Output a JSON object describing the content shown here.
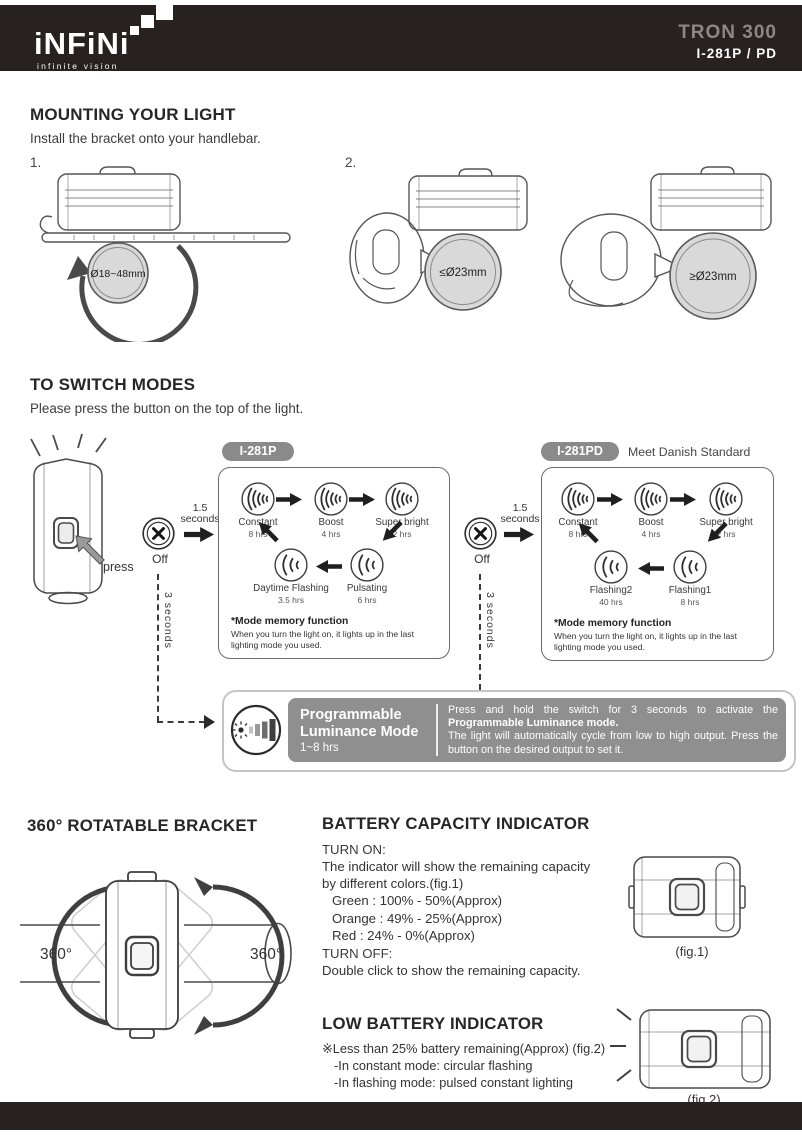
{
  "header": {
    "logo": "iNFiNi",
    "tagline": "infinite vision",
    "model": "TRON 300",
    "variant": "I-281P / PD"
  },
  "mounting": {
    "title": "MOUNTING YOUR LIGHT",
    "subtitle": "Install the bracket onto your handlebar.",
    "step1": "1.",
    "step2": "2.",
    "clamp_range": "Ø18~48mm",
    "fit_small": "≤Ø23mm",
    "fit_large": "≥Ø23mm"
  },
  "switch_modes": {
    "title": "TO SWITCH MODES",
    "subtitle": "Please press the button on the top of the light.",
    "press": "press",
    "off": "Off",
    "tap_value": "1.5",
    "tap_unit": "seconds",
    "hold": "3 seconds",
    "p": {
      "badge": "I-281P",
      "modes": [
        {
          "name": "Constant",
          "time": "8 hrs"
        },
        {
          "name": "Boost",
          "time": "4 hrs"
        },
        {
          "name": "Super bright",
          "time": "2 hrs"
        },
        {
          "name": "Daytime Flashing",
          "time": "3.5 hrs"
        },
        {
          "name": "Pulsating",
          "time": "6 hrs"
        }
      ],
      "memory_title": "*Mode memory function",
      "memory_line1": "When you turn the light on, it lights up in the last lighting",
      "memory_line2": "mode you used."
    },
    "pd": {
      "badge": "I-281PD",
      "note": "Meet Danish Standard",
      "modes": [
        {
          "name": "Constant",
          "time": "8 hrs"
        },
        {
          "name": "Boost",
          "time": "4 hrs"
        },
        {
          "name": "Super bright",
          "time": "2 hrs"
        },
        {
          "name": "Flashing2",
          "time": "40 hrs"
        },
        {
          "name": "Flashing1",
          "time": "8 hrs"
        }
      ],
      "memory_title": "*Mode memory function",
      "memory_line1": "When you turn the light on, it lights up in the last lighting",
      "memory_line2": "mode you used."
    }
  },
  "programmable": {
    "title_line1": "Programmable",
    "title_line2": "Luminance Mode",
    "runtime": "1~8 hrs",
    "desc1_normal": "Press and hold the switch for 3 seconds to activate the ",
    "desc1_bold": "Programmable Luminance mode.",
    "desc2": "The light will automatically cycle from low to high output. Press the button on the desired output to set it."
  },
  "rotatable": {
    "title": "360° ROTATABLE BRACKET",
    "left_angle": "360°",
    "right_angle": "360°"
  },
  "battery": {
    "title": "BATTERY CAPACITY INDICATOR",
    "turn_on": "TURN ON:",
    "on_line1": "The indicator will show the remaining capacity",
    "on_line2": "by different colors.(fig.1)",
    "green": "Green : 100% - 50%(Approx)",
    "orange": "Orange : 49% - 25%(Approx)",
    "red": "Red : 24% - 0%(Approx)",
    "turn_off": "TURN OFF:",
    "off_line": "Double click to show the remaining capacity.",
    "fig1_label": "(fig.1)"
  },
  "low_battery": {
    "title": "LOW BATTERY INDICATOR",
    "line1": "※Less than 25% battery remaining(Approx) (fig.2)",
    "line2": "-In constant mode: circular flashing",
    "line3": "-In flashing mode: pulsed constant lighting",
    "fig2_label": "(fig.2)"
  },
  "icons": {
    "mode_wave": "light-beam-waves-icon",
    "power": "x-circle-power-icon",
    "luminance": "sun-beam-gradient-icon",
    "arrow": "solid-right-arrow-icon"
  },
  "colors": {
    "header_bg": "#272120",
    "model_gray": "#8d8782",
    "badge_bg": "#8a8a8a",
    "panel_bg": "#8f8f8f",
    "circle_fill": "#d9d9d9"
  }
}
